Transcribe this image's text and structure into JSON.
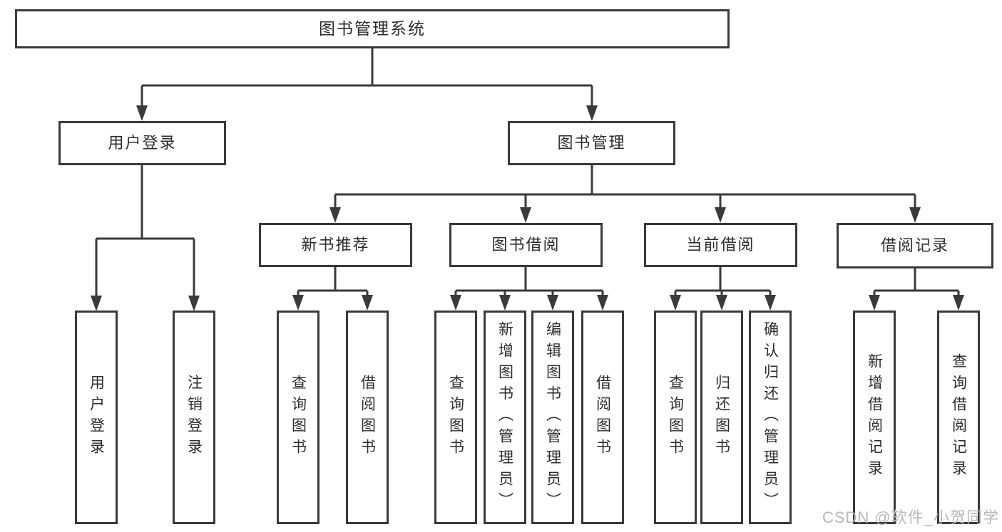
{
  "tree": {
    "label": "图书管理系统",
    "children": [
      {
        "label": "用户登录",
        "children": [
          {
            "label": "用户登录"
          },
          {
            "label": "注销登录"
          }
        ]
      },
      {
        "label": "图书管理",
        "children": [
          {
            "label": "新书推荐",
            "children": [
              {
                "label": "查询图书"
              },
              {
                "label": "借阅图书"
              }
            ]
          },
          {
            "label": "图书借阅",
            "children": [
              {
                "label": "查询图书"
              },
              {
                "label": "新增图书（管理员）"
              },
              {
                "label": "编辑图书（管理员）"
              },
              {
                "label": "借阅图书"
              }
            ]
          },
          {
            "label": "当前借阅",
            "children": [
              {
                "label": "查询图书"
              },
              {
                "label": "归还图书"
              },
              {
                "label": "确认归还（管理员）"
              }
            ]
          },
          {
            "label": "借阅记录",
            "children": [
              {
                "label": "新增借阅记录"
              },
              {
                "label": "查询借阅记录"
              }
            ]
          }
        ]
      }
    ]
  },
  "watermark": {
    "text": "CSDN @软件_小贺同学"
  },
  "colors": {
    "line": "#3a3a3a",
    "box_border": "#3a3a3a",
    "text": "#2d2d2d",
    "background": "#ffffff",
    "watermark": "#b8b8b8"
  }
}
